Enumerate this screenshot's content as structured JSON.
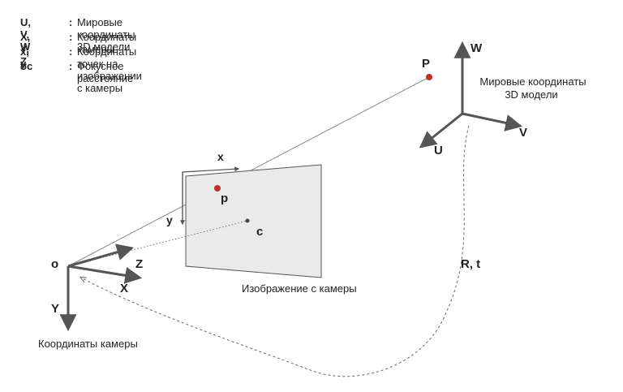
{
  "legend": [
    {
      "symbol": "U, V, W",
      "description": "Мировые координаты 3D модели"
    },
    {
      "symbol": "X, Y, Z",
      "description": "Координаты камеры"
    },
    {
      "symbol": "x, y",
      "description": "Координаты точек на изображении с камеры"
    },
    {
      "symbol": "oc",
      "description": "Фокусное расстояние"
    }
  ],
  "colon": ":",
  "world": {
    "title_line1": "Мировые координаты",
    "title_line2": "3D модели",
    "axis_u": "U",
    "axis_v": "V",
    "axis_w": "W",
    "point": "P"
  },
  "camera": {
    "origin": "o",
    "axis_x": "X",
    "axis_y": "Y",
    "axis_z": "Z",
    "caption": "Координаты камеры"
  },
  "image_plane": {
    "caption": "Изображение с камеры",
    "axis_x": "x",
    "axis_y": "y",
    "point": "p",
    "center": "c"
  },
  "transform": {
    "label": "R, t"
  },
  "colors": {
    "point": "#c0302a",
    "plane_fill": "#eaeaea",
    "stroke": "#555555"
  }
}
